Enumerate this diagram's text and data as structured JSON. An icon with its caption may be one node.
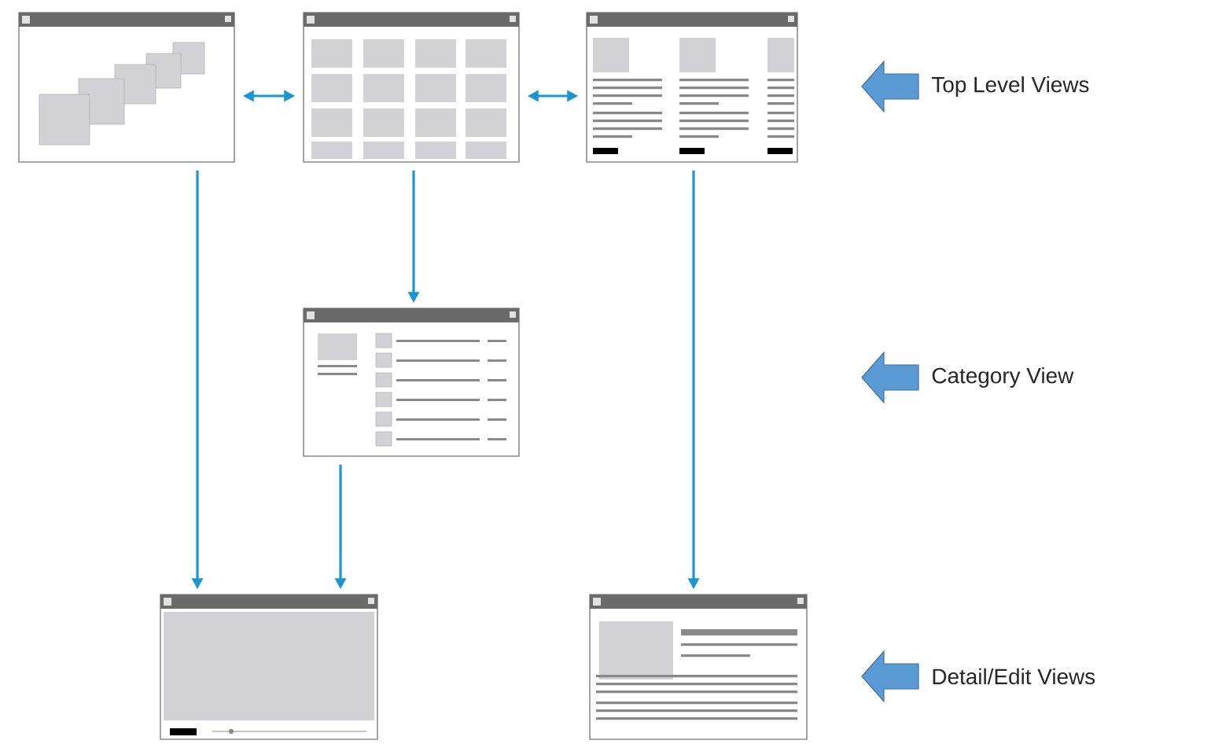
{
  "diagram": {
    "nodes": [
      {
        "text": [],
        "shape": "picture"
      },
      {
        "text": [],
        "shape": "picture"
      },
      {
        "text": [],
        "shape": "picture"
      },
      {
        "text": [],
        "shape": "picture"
      },
      {
        "text": [],
        "shape": "picture"
      },
      {
        "text": [],
        "shape": "picture"
      }
    ],
    "edges": [
      {
        "from": 0,
        "to": 1,
        "arrow": "both"
      },
      {
        "from": 1,
        "to": 2,
        "arrow": "both"
      },
      {
        "from": 1,
        "to": 3,
        "arrow": "to"
      },
      {
        "from": 0,
        "to": 4,
        "arrow": "to"
      },
      {
        "from": 3,
        "to": 4,
        "arrow": "to"
      },
      {
        "from": 2,
        "to": 5,
        "arrow": "to"
      }
    ],
    "labels": [
      "Top Level Views",
      "Category View",
      "Detail/Edit Views"
    ]
  }
}
